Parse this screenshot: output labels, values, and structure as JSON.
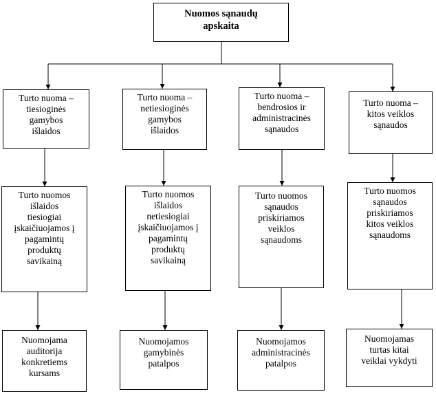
{
  "root": {
    "label": "Nuomos sąnaudų\napskaita"
  },
  "columns": [
    {
      "level1": "Turto nuoma –\ntiesioginės\ngamybos\nišlaidos",
      "level2": "Turto nuomos\nišlaidos\ntiesiogiai\nįskaičiuojamos į\npagamintų\nproduktų\nsavikainą",
      "level3": "Nuomojama\nauditorija\nkonkretiems\nkursams"
    },
    {
      "level1": "Turto nuoma –\nnetiesioginės\ngamybos\nišlaidos",
      "level2": "Turto nuomos\nišlaidos\nnetiesiogiai\nįskaičiuojamos į\npagamintų\nproduktų\nsavikainą",
      "level3": "Nuomojamos\ngamybinės\npatalpos"
    },
    {
      "level1": "Turto nuoma –\nbendrosios ir\nadministracinės\nsąnaudos",
      "level2": "Turto nuomos\nsąnaudos\npriskiriamos\nveiklos\nsąnaudoms",
      "level3": "Nuomojamos\nadministracinės\npatalpos"
    },
    {
      "level1": "Turto nuoma –\nkitos veiklos\nsąnaudos",
      "level2": "Turto nuomos\nsąnaudos\npriskiriamos\nkitos veiklos\nsąnaudoms",
      "level3": "Nuomojamas\nturtas kitai\nveiklai vykdyti"
    }
  ]
}
